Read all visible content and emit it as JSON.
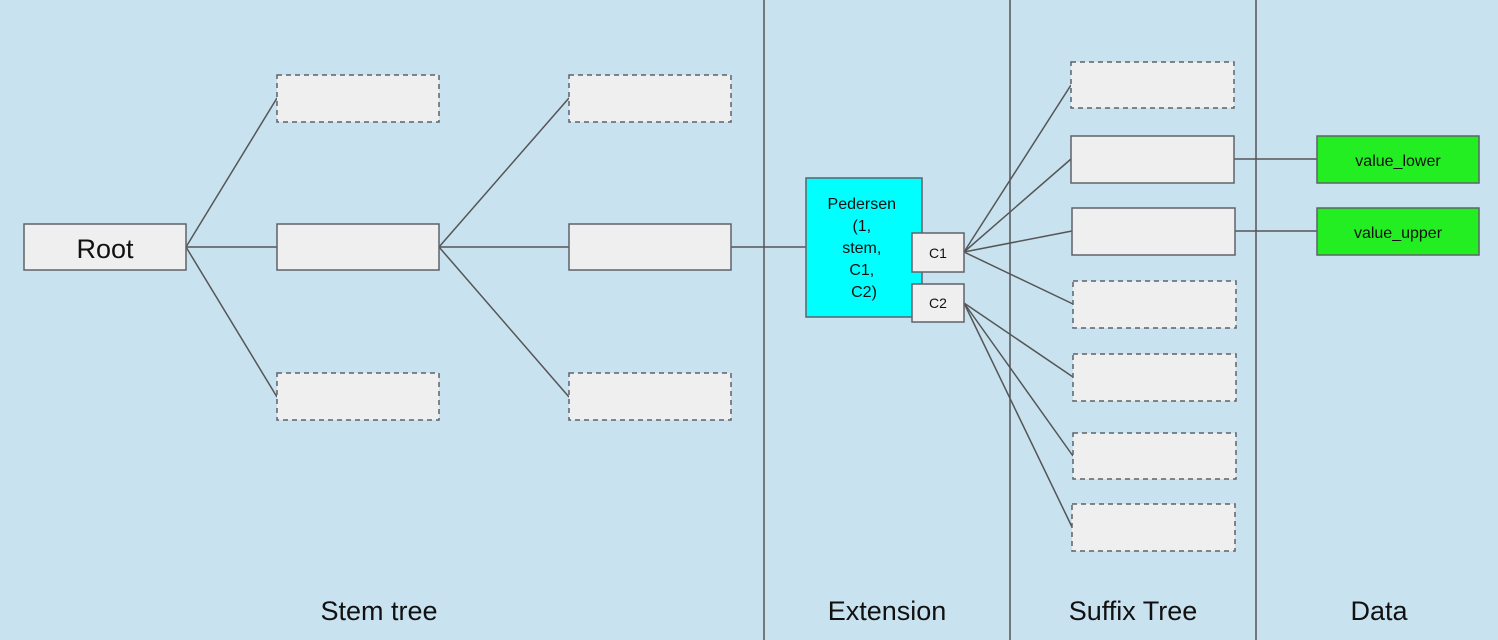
{
  "nodes": {
    "root": "Root",
    "pedersen": [
      "Pedersen",
      "(1,",
      "stem,",
      "C1,",
      "C2)"
    ],
    "c1": "C1",
    "c2": "C2",
    "value_lower": "value_lower",
    "value_upper": "value_upper"
  },
  "sections": {
    "stem_tree": "Stem tree",
    "extension": "Extension",
    "suffix_tree": "Suffix Tree",
    "data": "Data"
  },
  "colors": {
    "background": "#c9e2ef",
    "extension_node": "#00ffff",
    "data_node": "#22ee22"
  }
}
